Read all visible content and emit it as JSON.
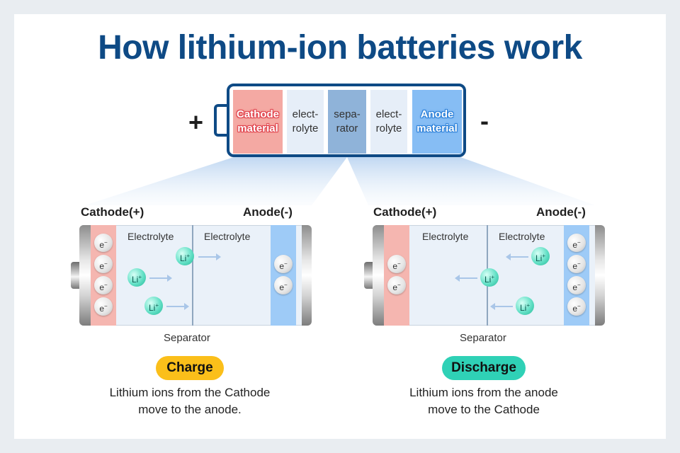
{
  "title": "How lithium-ion batteries work",
  "battery": {
    "plus": "+",
    "minus": "-",
    "layers": [
      {
        "label": "Cathode material",
        "line1": "Cathode",
        "line2": "material"
      },
      {
        "label": "electrolyte",
        "line1": "elect-",
        "line2": "rolyte"
      },
      {
        "label": "separator",
        "line1": "sepa-",
        "line2": "rator"
      },
      {
        "label": "electrolyte",
        "line1": "elect-",
        "line2": "rolyte"
      },
      {
        "label": "Anode material",
        "line1": "Anode",
        "line2": "material"
      }
    ]
  },
  "charge_panel": {
    "cathode_label": "Cathode(+)",
    "anode_label": "Anode(-)",
    "electrolyte_left": "Electrolyte",
    "electrolyte_right": "Electrolyte",
    "separator_label": "Separator",
    "electron": "e",
    "ion": "Li",
    "mode": "Charge",
    "description_line1": "Lithium ions from the Cathode",
    "description_line2": "move to the anode."
  },
  "discharge_panel": {
    "cathode_label": "Cathode(+)",
    "anode_label": "Anode(-)",
    "electrolyte_left": "Electrolyte",
    "electrolyte_right": "Electrolyte",
    "separator_label": "Separator",
    "electron": "e",
    "ion": "Li",
    "mode": "Discharge",
    "description_line1": "Lithium ions from the anode",
    "description_line2": "move to the Cathode"
  },
  "colors": {
    "title": "#0e4a85",
    "cathode": "#f4a9a3",
    "anode": "#86bdf4",
    "separator": "#8fb3d9",
    "charge_pill": "#fbbf1a",
    "discharge_pill": "#2fd1b6",
    "lithium_ion": "#63e0c6"
  }
}
